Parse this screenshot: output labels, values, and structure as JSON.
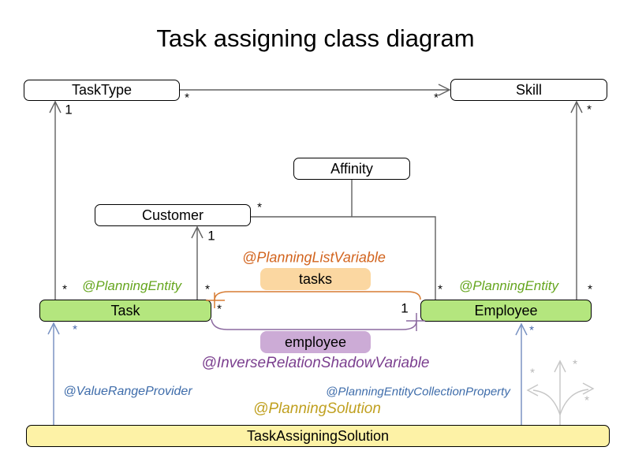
{
  "title": "Task assigning class diagram",
  "colors": {
    "class_green_fill": "#b4e67e",
    "solution_yellow_fill": "#fdf2a6",
    "tasks_orange_fill": "#fbd7a1",
    "employee_purple_fill": "#ccabd6",
    "annotation_green": "#66a61f",
    "annotation_orange": "#d2641e",
    "annotation_purple": "#7b3f8f",
    "annotation_blue": "#3e6caa",
    "annotation_gold": "#c0a020",
    "association_gray": "#616161",
    "provider_line_blue": "#7a93c3",
    "decoration_gray": "#c6c6c6"
  },
  "classes": {
    "tasktype": {
      "label": "TaskType"
    },
    "skill": {
      "label": "Skill"
    },
    "affinity": {
      "label": "Affinity"
    },
    "customer": {
      "label": "Customer"
    },
    "task": {
      "label": "Task"
    },
    "employee": {
      "label": "Employee"
    },
    "solution": {
      "label": "TaskAssigningSolution"
    }
  },
  "fields": {
    "tasks": {
      "label": "tasks"
    },
    "employee": {
      "label": "employee"
    }
  },
  "annotations": {
    "planning_list_variable": "@PlanningListVariable",
    "planning_entity_left": "@PlanningEntity",
    "planning_entity_right": "@PlanningEntity",
    "inverse_relation_shadow_variable": "@InverseRelationShadowVariable",
    "value_range_provider": "@ValueRangeProvider",
    "planning_entity_collection_property": "@PlanningEntityCollectionProperty",
    "planning_solution": "@PlanningSolution"
  },
  "multiplicities": [
    {
      "text": "*",
      "at": "tasktype-to-skill-near-tasktype"
    },
    {
      "text": "*",
      "at": "tasktype-to-skill-near-skill"
    },
    {
      "text": "1",
      "at": "task-to-tasktype-near-tasktype"
    },
    {
      "text": "*",
      "at": "employee-to-skill-near-skill"
    },
    {
      "text": "*",
      "at": "customer-affinity-near-customer"
    },
    {
      "text": "1",
      "at": "task-to-customer-near-customer"
    },
    {
      "text": "*",
      "at": "task-to-tasktype-near-task"
    },
    {
      "text": "*",
      "at": "task-to-customer-near-task"
    },
    {
      "text": "*",
      "at": "affinity-to-employee-near-employee"
    },
    {
      "text": "*",
      "at": "employee-to-skill-near-employee"
    },
    {
      "text": "*",
      "at": "tasks-loop-near-task"
    },
    {
      "text": "1",
      "at": "employee-loop-near-employee"
    },
    {
      "text": "*",
      "at": "solution-to-task",
      "color": "blue"
    },
    {
      "text": "*",
      "at": "solution-to-employee",
      "color": "blue"
    },
    {
      "text": "*",
      "at": "decoration-left",
      "color": "gray"
    },
    {
      "text": "*",
      "at": "decoration-top",
      "color": "gray"
    },
    {
      "text": "*",
      "at": "decoration-right",
      "color": "gray"
    }
  ]
}
